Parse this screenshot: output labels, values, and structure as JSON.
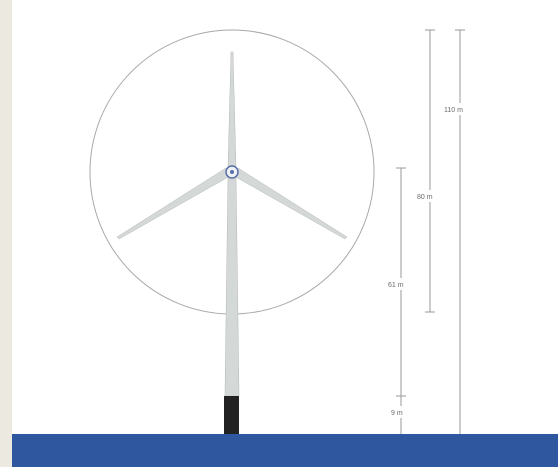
{
  "labels": {
    "total_height": "110 m",
    "rotor_diameter": "80 m",
    "hub_above_base": "61 m",
    "base_height": "9 m"
  },
  "colors": {
    "background": "#ece9e1",
    "sea": "#2f579f",
    "tower": "#d3d8d6",
    "base": "#222222",
    "lines": "#9a9a9a"
  }
}
